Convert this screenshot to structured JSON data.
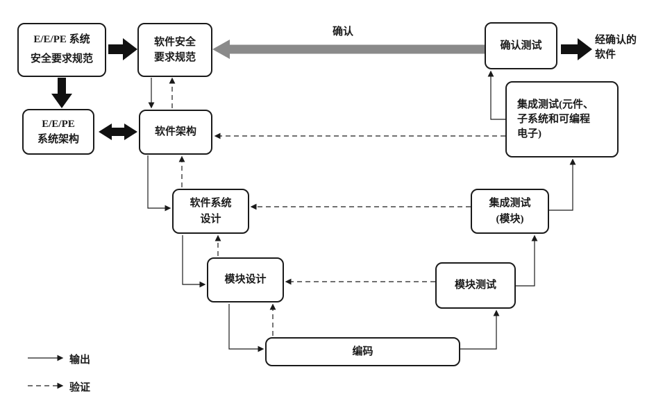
{
  "diagram": {
    "nodes": {
      "eepe_safety_req": "E/E/PE 系统\n安全要求规范",
      "sw_safety_req": "软件安全\n要求规范",
      "eepe_arch": "E/E/PE\n系统架构",
      "sw_arch": "软件架构",
      "sw_system_design": "软件系统\n设计",
      "module_design": "模块设计",
      "coding": "编码",
      "module_test": "模块测试",
      "integration_test_module": "集成测试\n(模块)",
      "integration_test_pe": "集成测试(元件、\n子系统和可编程\n电子)",
      "validation_test": "确认测试"
    },
    "annotations": {
      "validation_arrow_label": "确认",
      "validated_software": "经确认的\n软件"
    },
    "legend": {
      "output_label": "输出",
      "verification_label": "验证"
    },
    "colors": {
      "line": "#1a1a1a",
      "block_arrow": "#111111",
      "validation_arrow": "#8a8a8a"
    }
  }
}
